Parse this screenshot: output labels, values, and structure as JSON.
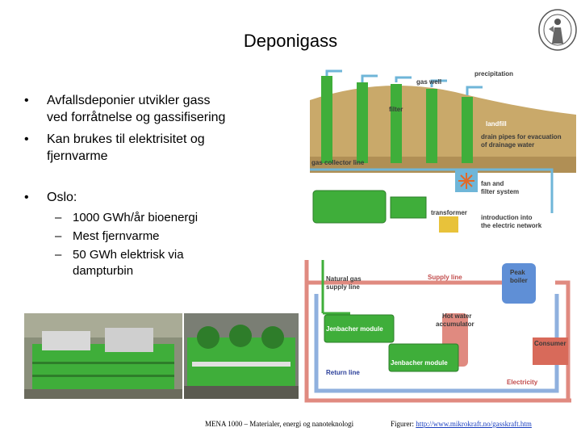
{
  "slide": {
    "title": "Deponigass",
    "bullets": [
      {
        "line1": "Avfallsdeponier utvikler gass",
        "line2": "ved forråtnelse og gassifisering"
      },
      {
        "line1": "Kan brukes til elektrisitet og",
        "line2": "fjernvarme"
      },
      {
        "line1": "Oslo:",
        "line2": ""
      }
    ],
    "subbullets": [
      {
        "line1": "1000 GWh/år bioenergi",
        "line2": ""
      },
      {
        "line1": "Mest fjernvarme",
        "line2": ""
      },
      {
        "line1": "50 GWh elektrisk via",
        "line2": "dampturbin"
      }
    ],
    "bullet_symbol": "•",
    "dash_symbol": "–"
  },
  "diagram_top": {
    "precipitation": "precipitation",
    "gas_well": "gas well",
    "filter": "filter",
    "landfill": "landfill",
    "drain1": "drain pipes for evacuation",
    "drain2": "of drainage water",
    "gas_collector": "gas collector line",
    "fan1": "fan and",
    "fan2": "filter system",
    "transformer": "transformer",
    "intro1": "introduction into",
    "intro2": "the electric network"
  },
  "diagram_bottom": {
    "natural_gas1": "Natural gas",
    "natural_gas2": "supply line",
    "supply_line": "Supply line",
    "peak1": "Peak",
    "peak2": "boiler",
    "hot_water1": "Hot water",
    "hot_water2": "accumulator",
    "module1": "Jenbacher module",
    "module2": "Jenbacher module",
    "consumer": "Consumer",
    "return_line": "Return line",
    "electricity": "Electricity"
  },
  "footer": {
    "course": "MENA 1000 – Materialer, energi og nanoteknologi",
    "credit_prefix": "Figurer: ",
    "credit_link": "http://www.mikrokraft.no/gasskraft.htm"
  },
  "colors": {
    "green": "#3fae3a",
    "dark_green": "#2e7d2a",
    "pipe_blue": "#6fb6d8",
    "hill": "#c9a96a",
    "supply_red": "#e08a80",
    "return_blue": "#8fb0de"
  }
}
